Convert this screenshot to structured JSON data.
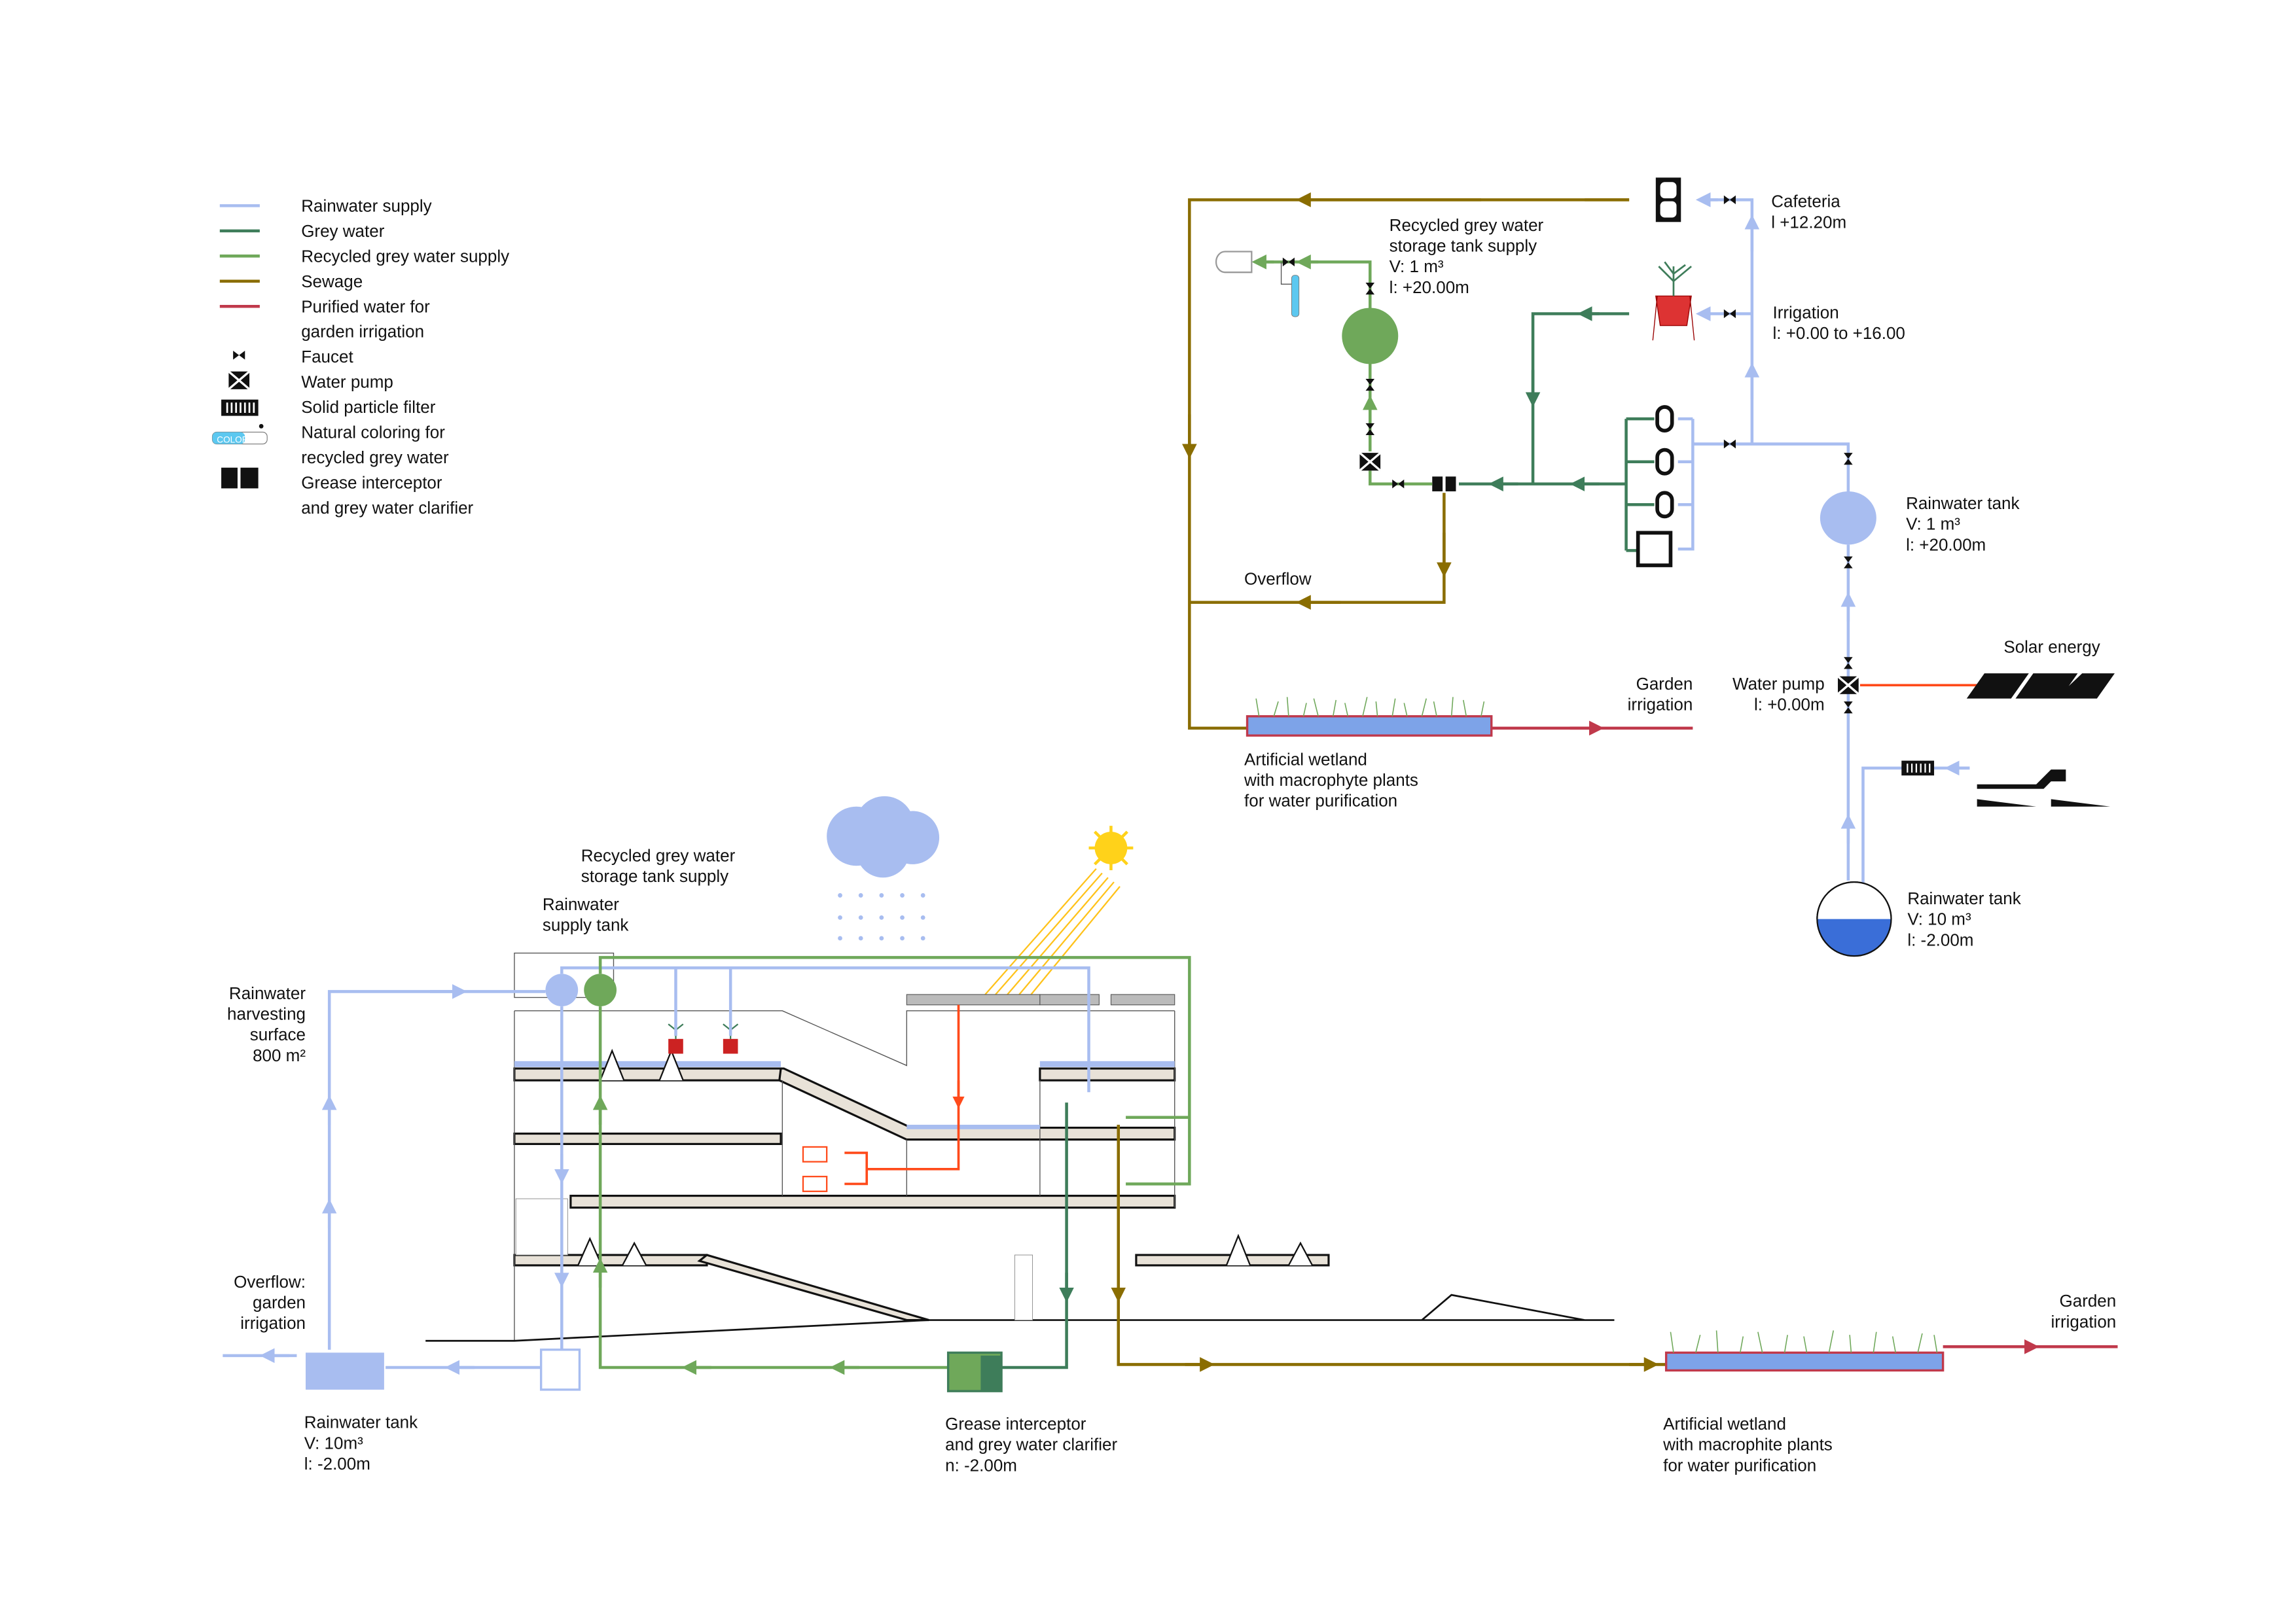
{
  "colors": {
    "rainwater_supply": "#a8bdf0",
    "grey_water": "#3e7d5a",
    "recycled_grey_water_supply": "#6fa85a",
    "sewage": "#8a6d00",
    "purified_water": "#c0394b",
    "solar_power": "#ff4a1a"
  },
  "legend": {
    "items": [
      {
        "label": "Rainwater supply",
        "swatch": "line"
      },
      {
        "label": "Grey water",
        "swatch": "line"
      },
      {
        "label": "Recycled grey water supply",
        "swatch": "line"
      },
      {
        "label": "Sewage",
        "swatch": "line"
      },
      {
        "label": "Purified water for",
        "label2": "garden irrigation",
        "swatch": "line"
      },
      {
        "label": "Faucet",
        "swatch": "faucet-icon"
      },
      {
        "label": "Water pump",
        "swatch": "pump-icon"
      },
      {
        "label": "Solid particle filter",
        "swatch": "filter-icon"
      },
      {
        "label": "Natural coloring for",
        "label2": "recycled grey water",
        "swatch": "coloring-icon",
        "icon_text": "COLOR"
      },
      {
        "label": "Grease interceptor",
        "label2": "and grey water clarifier",
        "swatch": "grease-interceptor-icon"
      }
    ]
  },
  "schematic": {
    "storage_tank": {
      "l1": "Recycled grey water",
      "l2": "storage tank supply",
      "l3": "V: 1 m³",
      "l4": "l: +20.00m"
    },
    "cafeteria": {
      "l1": "Cafeteria",
      "l2": "l +12.20m"
    },
    "irrigation": {
      "l1": "Irrigation",
      "l2": "l: +0.00 to +16.00"
    },
    "rain_tank_top": {
      "l1": "Rainwater tank",
      "l2": "V: 1 m³",
      "l3": "l: +20.00m"
    },
    "overflow": "Overflow",
    "solar": "Solar energy",
    "pump": {
      "l1": "Water pump",
      "l2": "l: +0.00m"
    },
    "garden": {
      "l1": "Garden",
      "l2": "irrigation"
    },
    "wetland": {
      "l1": "Artificial wetland",
      "l2": "with macrophyte plants",
      "l3": "for water purification"
    },
    "rain_tank_bottom": {
      "l1": "Rainwater tank",
      "l2": "V: 10 m³",
      "l3": "l: -2.00m"
    }
  },
  "section": {
    "recycled_tank": {
      "l1": "Recycled grey water",
      "l2": "storage tank supply"
    },
    "rain_supply_tank": {
      "l1": "Rainwater",
      "l2": "supply tank"
    },
    "harvesting": {
      "l1": "Rainwater",
      "l2": "harvesting",
      "l3": "surface",
      "l4": "800 m²"
    },
    "overflow": {
      "l1": "Overflow:",
      "l2": "garden",
      "l3": "irrigation"
    },
    "rain_tank": {
      "l1": "Rainwater tank",
      "l2": "V: 10m³",
      "l3": "l: -2.00m"
    },
    "grease": {
      "l1": "Grease interceptor",
      "l2": "and grey water clarifier",
      "l3": "n: -2.00m"
    },
    "wetland": {
      "l1": "Artificial wetland",
      "l2": "with macrophite plants",
      "l3": "for water purification"
    },
    "garden": {
      "l1": "Garden",
      "l2": "irrigation"
    }
  }
}
